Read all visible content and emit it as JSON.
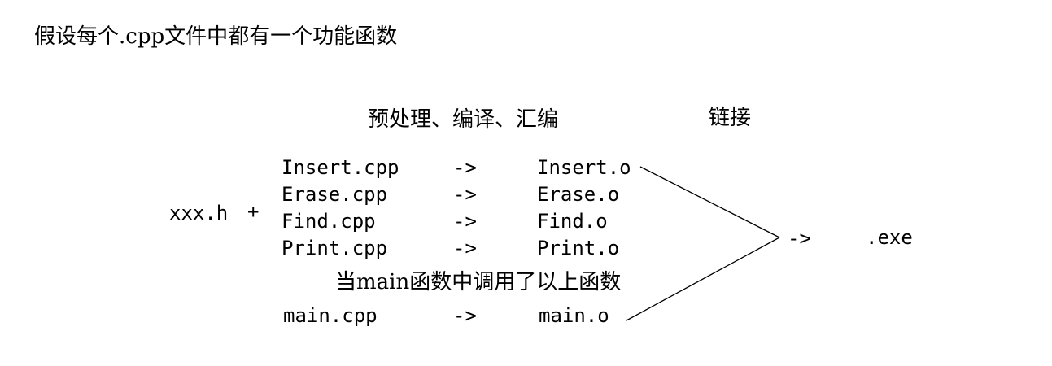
{
  "title": "假设每个.cpp文件中都有一个功能函数",
  "stages": {
    "compile": "预处理、编译、汇编",
    "link": "链接"
  },
  "header_file": "xxx.h",
  "plus": "+",
  "arrow": "->",
  "rows": [
    {
      "source": "Insert.cpp",
      "object": "Insert.o"
    },
    {
      "source": "Erase.cpp",
      "object": "Erase.o"
    },
    {
      "source": "Find.cpp",
      "object": "Find.o"
    },
    {
      "source": "Print.cpp",
      "object": "Print.o"
    }
  ],
  "main_note": "当main函数中调用了以上函数",
  "main_row": {
    "source": "main.cpp",
    "object": "main.o"
  },
  "link_arrow": "->",
  "output": ".exe"
}
